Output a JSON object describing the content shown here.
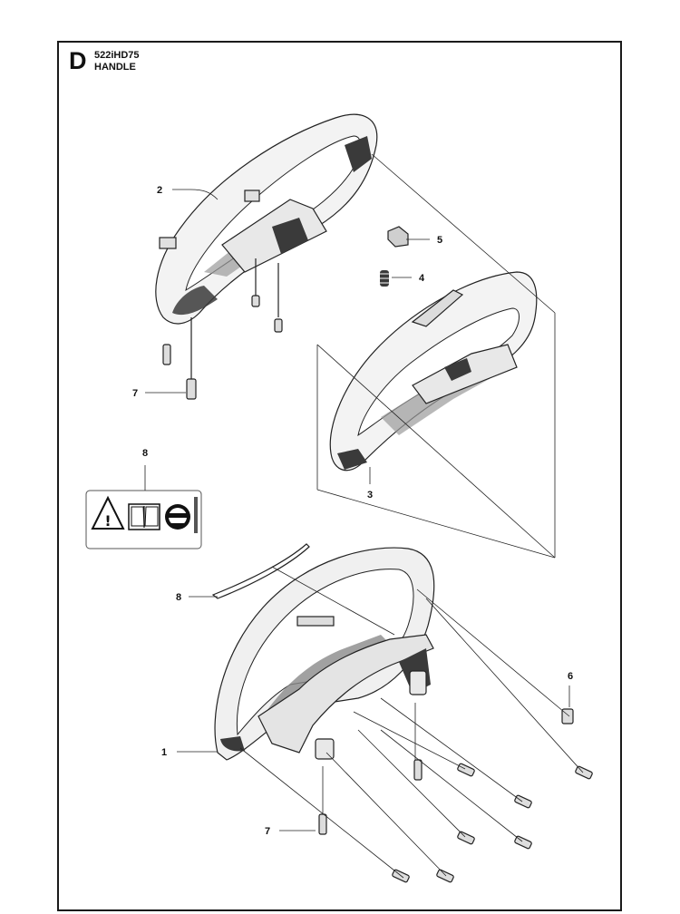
{
  "header": {
    "section_letter": "D",
    "model": "522iHD75",
    "title": "HANDLE"
  },
  "callouts": {
    "c1": "1",
    "c2": "2",
    "c3": "3",
    "c4": "4",
    "c5": "5",
    "c6": "6",
    "c7a": "7",
    "c7b": "7",
    "c8a": "8",
    "c8b": "8"
  },
  "colors": {
    "line": "#222222",
    "part_fill": "#f4f4f4",
    "part_shade": "#9a9a9a",
    "part_dark": "#3a3a3a",
    "decal_border": "#555555"
  },
  "decal": {
    "icons": [
      "warning-triangle-icon",
      "manual-book-icon",
      "protective-gear-icon"
    ]
  }
}
